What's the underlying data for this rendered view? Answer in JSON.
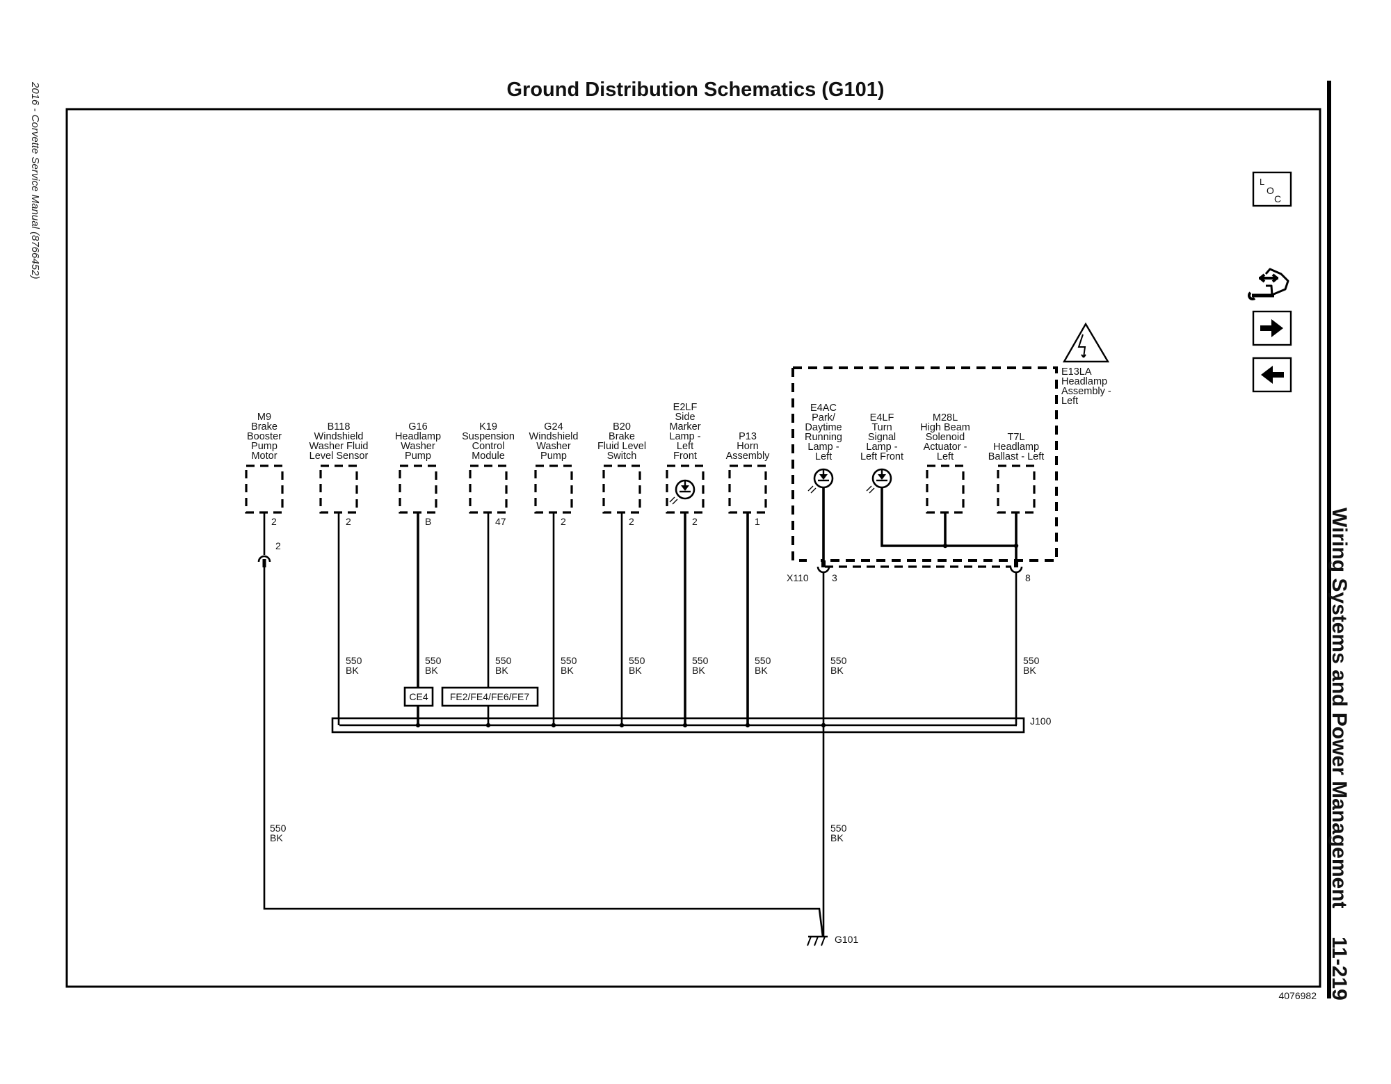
{
  "page": {
    "title": "Ground Distribution Schematics (G101)",
    "side_note": "2016 - Corvette Service Manual (8766452)",
    "section_title": "Wiring Systems and Power Management",
    "page_number": "11-219",
    "figure_id": "4076982"
  },
  "nav_icons": {
    "loc": {
      "l": "L",
      "o": "O",
      "c": "C"
    },
    "items": [
      "location-icon",
      "repair-procedure-icon",
      "next-page-icon",
      "previous-page-icon"
    ]
  },
  "components": [
    {
      "id": "M9",
      "name_lines": [
        "M9",
        "Brake",
        "Booster",
        "Pump",
        "Motor"
      ],
      "pin": "2",
      "inline_connector_pin": "2",
      "symbol": "box"
    },
    {
      "id": "B118",
      "name_lines": [
        "B118",
        "Windshield",
        "Washer Fluid",
        "Level Sensor"
      ],
      "pin": "2",
      "symbol": "box"
    },
    {
      "id": "G16",
      "name_lines": [
        "G16",
        "Headlamp",
        "Washer",
        "Pump"
      ],
      "pin": "B",
      "symbol": "box",
      "option": "CE4"
    },
    {
      "id": "K19",
      "name_lines": [
        "K19",
        "Suspension",
        "Control",
        "Module"
      ],
      "pin": "47",
      "symbol": "box",
      "option": "FE2/FE4/FE6/FE7"
    },
    {
      "id": "G24",
      "name_lines": [
        "G24",
        "Windshield",
        "Washer",
        "Pump"
      ],
      "pin": "2",
      "symbol": "box"
    },
    {
      "id": "B20",
      "name_lines": [
        "B20",
        "Brake",
        "Fluid Level",
        "Switch"
      ],
      "pin": "2",
      "symbol": "box"
    },
    {
      "id": "E2LF",
      "name_lines": [
        "E2LF",
        "Side",
        "Marker",
        "Lamp -",
        "Left",
        "Front"
      ],
      "pin": "2",
      "symbol": "led"
    },
    {
      "id": "P13",
      "name_lines": [
        "P13",
        "Horn",
        "Assembly"
      ],
      "pin": "1",
      "symbol": "box"
    },
    {
      "id": "E4AC",
      "name_lines": [
        "E4AC",
        "Park/",
        "Daytime",
        "Running",
        "Lamp -",
        "Left"
      ],
      "symbol": "led"
    },
    {
      "id": "E4LF",
      "name_lines": [
        "E4LF",
        "Turn",
        "Signal",
        "Lamp -",
        "Left Front"
      ],
      "symbol": "led"
    },
    {
      "id": "M28L",
      "name_lines": [
        "M28L",
        "High Beam",
        "Solenoid",
        "Actuator -",
        "Left"
      ],
      "symbol": "box"
    },
    {
      "id": "T7L",
      "name_lines": [
        "T7L",
        "Headlamp",
        "Ballast - Left"
      ],
      "symbol": "box"
    }
  ],
  "assembly": {
    "id": "E13LA",
    "name_lines": [
      "E13LA",
      "Headlamp",
      "Assembly -",
      "Left"
    ],
    "warning_icon": "high-voltage-warning-icon"
  },
  "connectors": {
    "x110": {
      "label": "X110",
      "pins": [
        "3",
        "8"
      ]
    },
    "splice": {
      "label": "J100"
    },
    "ground": {
      "label": "G101"
    }
  },
  "wire": {
    "circuit": "550",
    "color": "BK"
  },
  "option_boxes": [
    "CE4",
    "FE2/FE4/FE6/FE7"
  ]
}
